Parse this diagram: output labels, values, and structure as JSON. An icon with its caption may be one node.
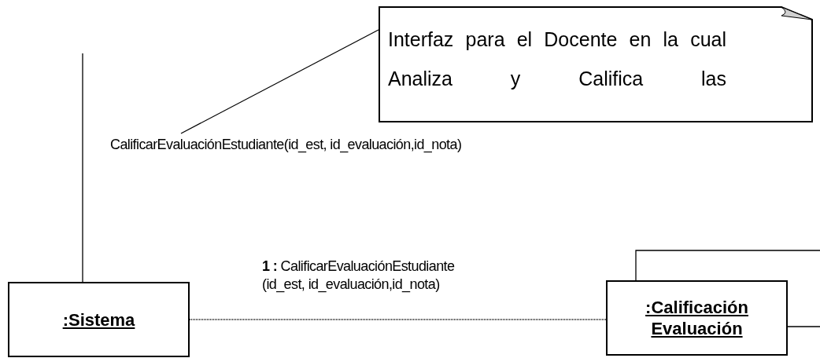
{
  "diagram": {
    "nodes": [
      {
        "text": [
          "Interfaz  para el Docente en la cual Analiza y Califica las"
        ]
      },
      {
        "text": [
          "CalificarEvaluaciónEstudiante(id_est, id_evaluación,id_nota)"
        ]
      },
      {
        "text": [
          ":Sistema"
        ]
      },
      {
        "text": [
          ":Calificación Evaluación"
        ]
      }
    ],
    "edges": [
      {
        "from": 0,
        "to": 1,
        "arrow": "none"
      },
      {
        "from": 2,
        "to": null,
        "arrow": "none"
      },
      {
        "from": 2,
        "to": 3,
        "arrow": "none",
        "style": "dashed",
        "label": "**1 :** CalificarEvaluaciónEstudiante (id_est, id_evaluación,id_nota)"
      },
      {
        "from": 3,
        "to": null,
        "arrow": "none"
      },
      {
        "from": 3,
        "to": null,
        "arrow": "none"
      }
    ]
  }
}
